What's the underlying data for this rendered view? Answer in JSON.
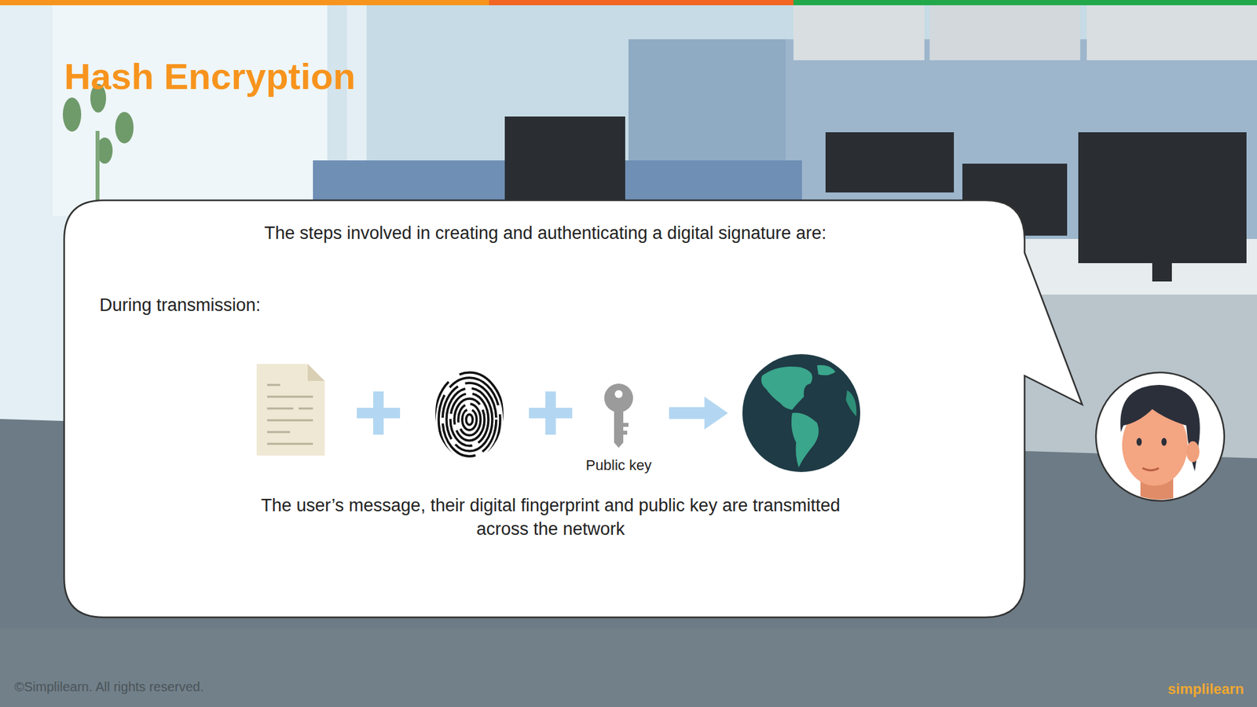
{
  "diagram": {
    "title": "Hash Encryption",
    "nodes": [
      {
        "text": [
          "The steps involved in creating and authenticating a digital signature are:",
          "During transmission:",
          "The user’s message, their digital fingerprint and public key are transmitted across the network"
        ]
      }
    ],
    "labels": [
      "Public key",
      "©Simplilearn. All rights reserved.",
      "simplilearn"
    ]
  }
}
